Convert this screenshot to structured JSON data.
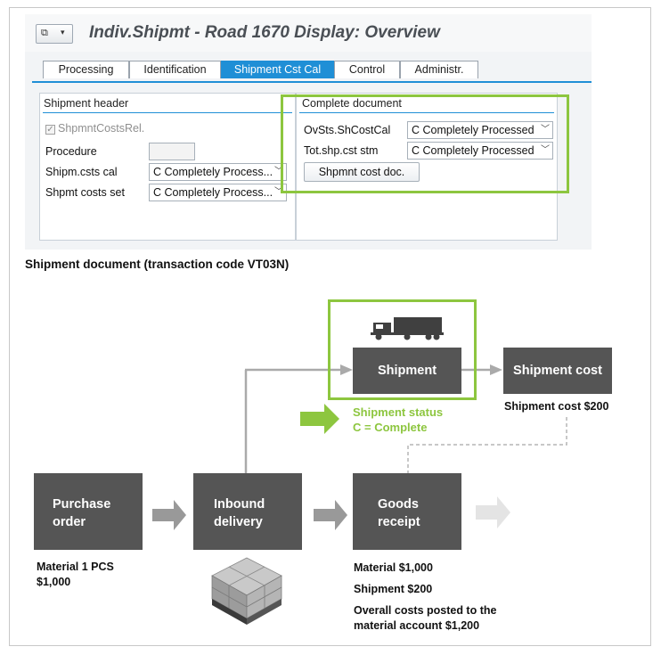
{
  "sap": {
    "title": "Indiv.Shipmt - Road 1670 Display: Overview",
    "menu_caret": "▾",
    "tabs": [
      {
        "label": "Processing"
      },
      {
        "label": "Identification"
      },
      {
        "label": "Shipment Cst Cal"
      },
      {
        "label": "Control"
      },
      {
        "label": "Administr."
      }
    ],
    "active_tab": "Shipment Cst Cal",
    "shipment_header": {
      "title": "Shipment header",
      "checkbox_label": "ShpmntCostsRel.",
      "procedure_label": "Procedure",
      "costs_cal_label": "Shipm.csts cal",
      "costs_cal_value": "C Completely Process...",
      "costs_set_label": "Shpmt costs set",
      "costs_set_value": "C Completely Process..."
    },
    "complete_document": {
      "title": "Complete document",
      "ovsts_label": "OvSts.ShCostCal",
      "ovsts_value": "C Completely Processed",
      "tot_label": "Tot.shp.cst stm",
      "tot_value": "C Completely Processed",
      "button_label": "Shpmnt cost doc."
    }
  },
  "caption": "Shipment document (transaction code VT03N)",
  "diagram": {
    "purchase_order": {
      "line1": "Purchase",
      "line2": "order"
    },
    "inbound_delivery": {
      "line1": "Inbound",
      "line2": "delivery"
    },
    "goods_receipt": {
      "line1": "Goods",
      "line2": "receipt"
    },
    "shipment": "Shipment",
    "shipment_cost": "Shipment cost",
    "shipment_cost_value": "Shipment cost $200",
    "status_line1": "Shipment status",
    "status_line2": "C = Complete",
    "po_note_line1": "Material 1 PCS",
    "po_note_line2": "$1,000",
    "gr_note1": "Material $1,000",
    "gr_note2": "Shipment $200",
    "gr_note3_line1": "Overall costs posted to the",
    "gr_note3_line2": "material account $1,200"
  },
  "colors": {
    "highlight": "#8dc63f",
    "process_box": "#555555",
    "sap_accent": "#1f8fd6",
    "arrow_gray": "#aaaaaa"
  },
  "icons": [
    "menu-icon",
    "checkbox-icon",
    "dropdown-arrow-icon",
    "truck-icon",
    "pallet-boxes-icon",
    "arrow-icon"
  ]
}
